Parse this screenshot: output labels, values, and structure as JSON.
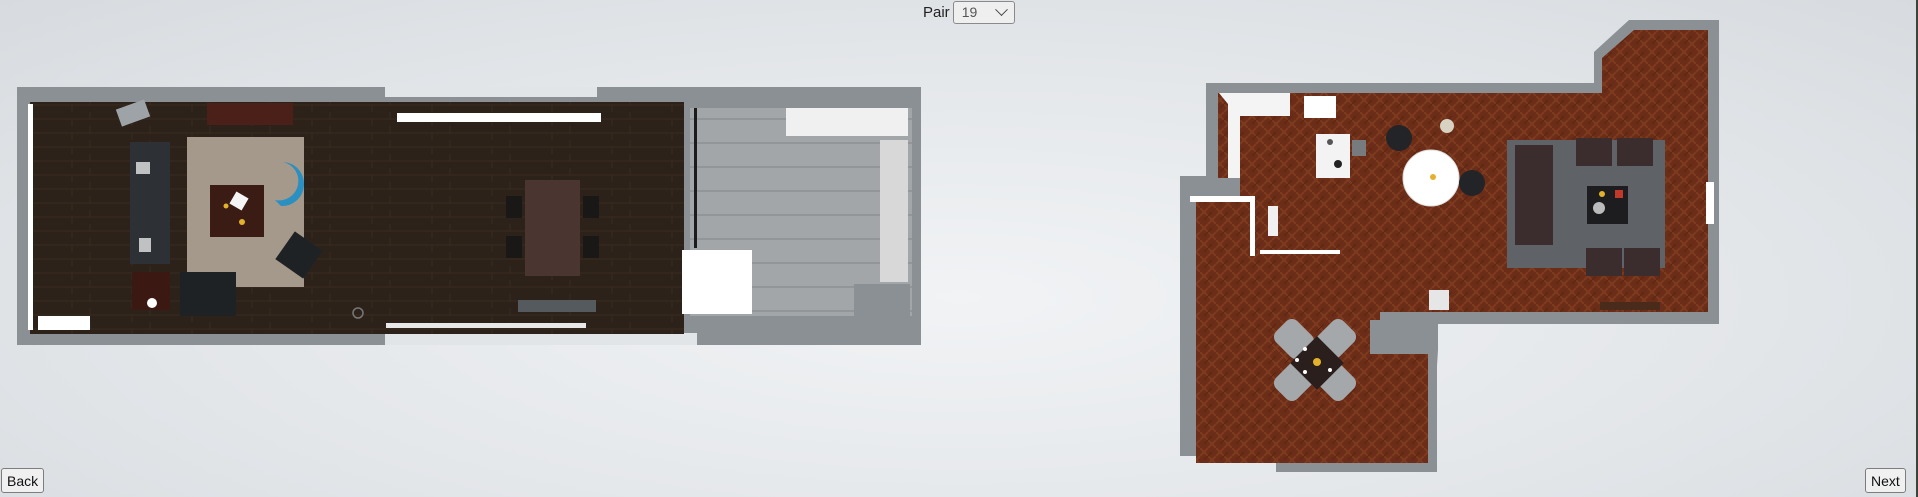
{
  "pair": {
    "label": "Pair",
    "selected": "19"
  },
  "nav": {
    "back_label": "Back",
    "next_label": "Next"
  },
  "colors": {
    "wall": "#8b9094",
    "dark_floor": "#2b2119",
    "parquet": "#6d2f18",
    "stone_floor": "#a5a8aa",
    "rug": "#a4998a",
    "accent_chair": "#2a8fc1"
  }
}
